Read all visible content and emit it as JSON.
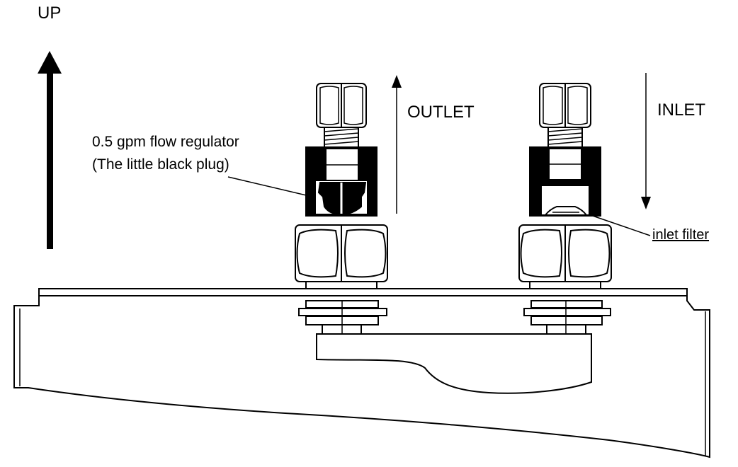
{
  "labels": {
    "up": "UP",
    "outlet": "OUTLET",
    "inlet": "INLET",
    "flow_regulator_line1": "0.5 gpm flow regulator",
    "flow_regulator_line2": "(The little black plug)",
    "inlet_filter": "inlet filter"
  },
  "colors": {
    "ink": "#000000",
    "paper": "#ffffff"
  }
}
